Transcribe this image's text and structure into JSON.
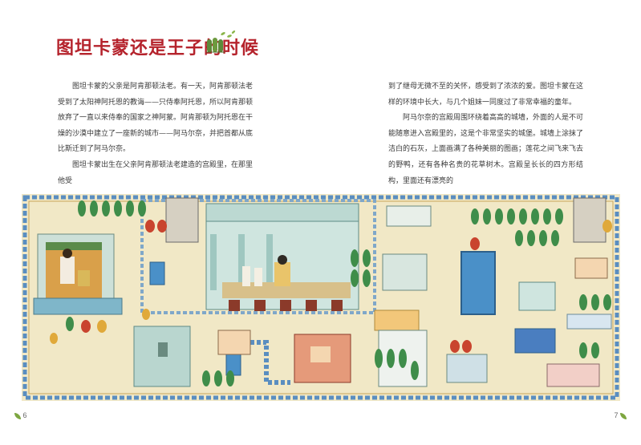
{
  "title": "图坦卡蒙还是王子的时候",
  "left_paragraphs": [
    "图坦卡蒙的父亲是阿肯那顿法老。有一天，阿肯那顿法老受到了太阳神阿托恩的教诲——只侍奉阿托恩，所以阿肯那顿放弃了一直以来侍奉的国家之神阿蒙。阿肯那顿为阿托恩在干燥的沙漠中建立了一座新的城市——阿马尔奈，并把首都从底比斯迁到了阿马尔奈。",
    "图坦卡蒙出生在父亲阿肯那顿法老建造的宫殿里，在那里他受"
  ],
  "right_paragraphs": [
    "到了继母无微不至的关怀，感受到了浓浓的爱。图坦卡蒙在这样的环境中长大，与几个姐妹一同度过了非常幸福的童年。",
    "阿马尔奈的宫殿周围环绕着高高的城墙，外面的人是不可能随意进入宫殿里的，这是个非常坚实的城堡。城墙上涂抹了洁白的石灰，上面画满了各种美丽的图画；莲花之间飞来飞去的野鸭，还有各种名贵的花草树木。宫殿呈长长的四方形结构，里面还有漂亮的"
  ],
  "page_numbers": {
    "left": "6",
    "right": "7"
  },
  "colors": {
    "title": "#b5232c",
    "sand": "#f1e8c6",
    "wall_teal": "#b9d6cf",
    "pool": "#4a90c8",
    "tree": "#3f8d4a",
    "brick": "#8b3a2a",
    "border_blue": "#5a8ec0"
  },
  "icons": {
    "title_decor": "sprout-trees-icon",
    "page_marker": "leaf-icon"
  }
}
